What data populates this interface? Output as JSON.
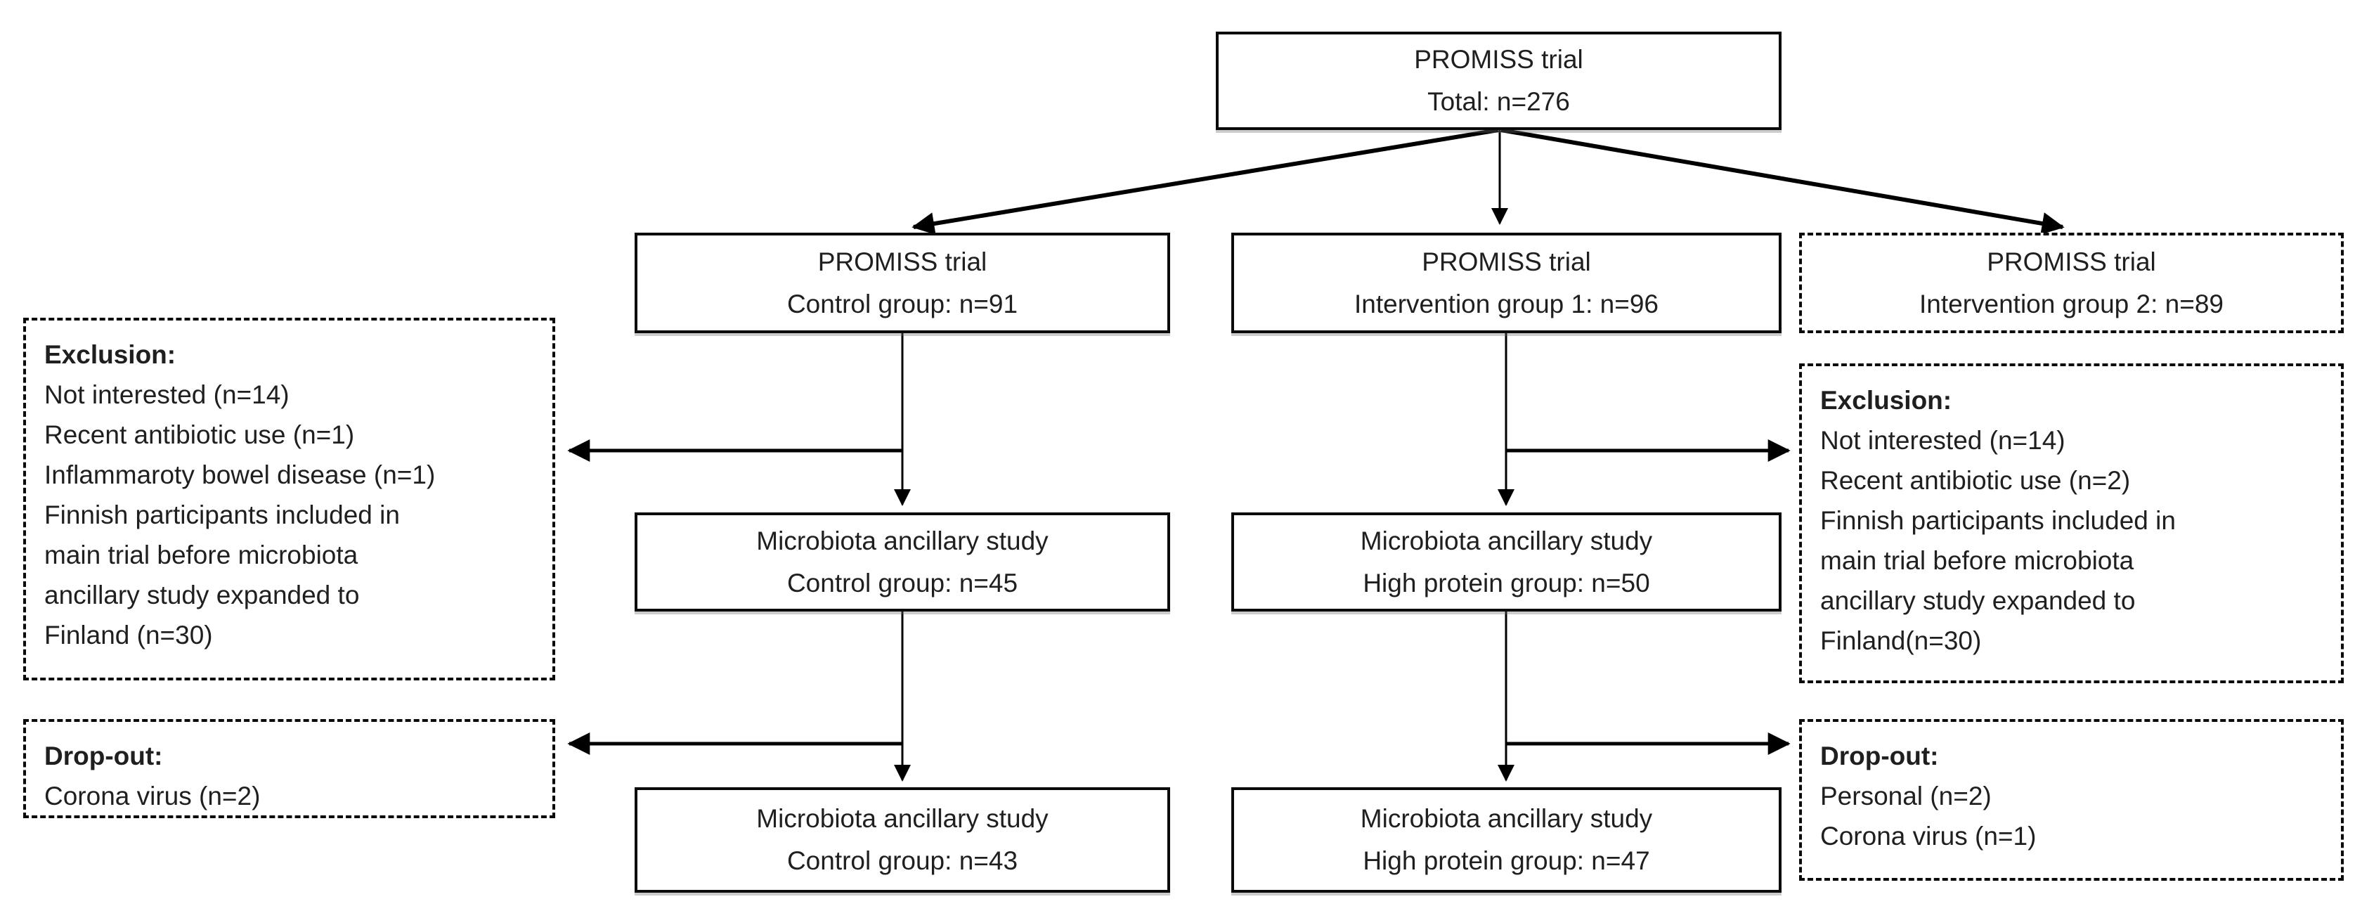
{
  "diagram": {
    "title_semantic": "PROMISS trial microbiota ancillary study participant flow",
    "colors": {
      "line": "#000000",
      "border": "#0a0a0a",
      "text": "#1f1f1f",
      "background": "#ffffff"
    },
    "top": {
      "line1": "PROMISS trial",
      "line2": "Total: n=276"
    },
    "row2": {
      "control": {
        "line1": "PROMISS trial",
        "line2": "Control group: n=91"
      },
      "intervention1": {
        "line1": "PROMISS trial",
        "line2": "Intervention group 1: n=96"
      },
      "intervention2": {
        "line1": "PROMISS trial",
        "line2": "Intervention group 2: n=89"
      }
    },
    "exclusion_left": {
      "title": "Exclusion:",
      "items": [
        "Not interested (n=14)",
        "Recent antibiotic use (n=1)",
        "Inflammaroty bowel disease (n=1)",
        "Finnish participants included in",
        "main trial before microbiota",
        "ancillary study expanded to",
        "Finland (n=30)"
      ]
    },
    "exclusion_right": {
      "title": "Exclusion:",
      "items": [
        "Not interested (n=14)",
        "Recent antibiotic use (n=2)",
        "Finnish participants included in",
        "main trial before microbiota",
        "ancillary study expanded to",
        "Finland(n=30)"
      ]
    },
    "row3": {
      "control": {
        "line1": "Microbiota ancillary study",
        "line2": "Control group: n=45"
      },
      "highprotein": {
        "line1": "Microbiota ancillary study",
        "line2": "High protein group: n=50"
      }
    },
    "dropout_left": {
      "title": "Drop-out:",
      "items": [
        "Corona virus (n=2)"
      ]
    },
    "dropout_right": {
      "title": "Drop-out:",
      "items": [
        "Personal (n=2)",
        "Corona virus (n=1)"
      ]
    },
    "row4": {
      "control": {
        "line1": "Microbiota ancillary study",
        "line2": "Control group: n=43"
      },
      "highprotein": {
        "line1": "Microbiota ancillary study",
        "line2": "High protein group: n=47"
      }
    }
  }
}
